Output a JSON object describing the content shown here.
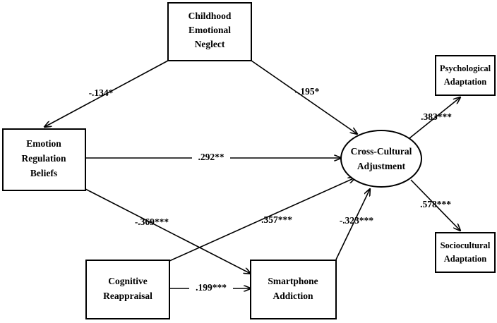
{
  "figure": {
    "type": "path-diagram",
    "background_color": "#ffffff",
    "line_color": "#000000",
    "text_color": "#000000"
  },
  "nodes": {
    "childhood_emotional_neglect": {
      "shape": "rectangle",
      "lines": [
        "Childhood",
        "Emotional",
        "Neglect"
      ]
    },
    "emotion_regulation_beliefs": {
      "shape": "rectangle",
      "lines": [
        "Emotion",
        "Regulation",
        "Beliefs"
      ]
    },
    "cross_cultural_adjustment": {
      "shape": "ellipse",
      "lines": [
        "Cross-Cultural",
        "Adjustment"
      ]
    },
    "psychological_adaptation": {
      "shape": "rectangle",
      "lines": [
        "Psychological",
        "Adaptation"
      ]
    },
    "sociocultural_adaptation": {
      "shape": "rectangle",
      "lines": [
        "Sociocultural",
        "Adaptation"
      ]
    },
    "cognitive_reappraisal": {
      "shape": "rectangle",
      "lines": [
        "Cognitive",
        "Reappraisal"
      ]
    },
    "smartphone_addiction": {
      "shape": "rectangle",
      "lines": [
        "Smartphone",
        "Addiction"
      ]
    }
  },
  "paths": {
    "cen_to_erb": {
      "from": "childhood_emotional_neglect",
      "to": "emotion_regulation_beliefs",
      "coefficient": "-.134*"
    },
    "cen_to_cca": {
      "from": "childhood_emotional_neglect",
      "to": "cross_cultural_adjustment",
      "coefficient": "-.195*"
    },
    "erb_to_cca": {
      "from": "emotion_regulation_beliefs",
      "to": "cross_cultural_adjustment",
      "coefficient": ".292**"
    },
    "erb_to_sa": {
      "from": "emotion_regulation_beliefs",
      "to": "smartphone_addiction",
      "coefficient": "-.369***"
    },
    "cr_to_cca": {
      "from": "cognitive_reappraisal",
      "to": "cross_cultural_adjustment",
      "coefficient": ".357***"
    },
    "sa_to_cca": {
      "from": "smartphone_addiction",
      "to": "cross_cultural_adjustment",
      "coefficient": "-.323***"
    },
    "cr_to_sa": {
      "from": "cognitive_reappraisal",
      "to": "smartphone_addiction",
      "coefficient": ".199***"
    },
    "cca_to_pa": {
      "from": "cross_cultural_adjustment",
      "to": "psychological_adaptation",
      "coefficient": ".383***"
    },
    "cca_to_sca": {
      "from": "cross_cultural_adjustment",
      "to": "sociocultural_adaptation",
      "coefficient": ".578***"
    }
  }
}
